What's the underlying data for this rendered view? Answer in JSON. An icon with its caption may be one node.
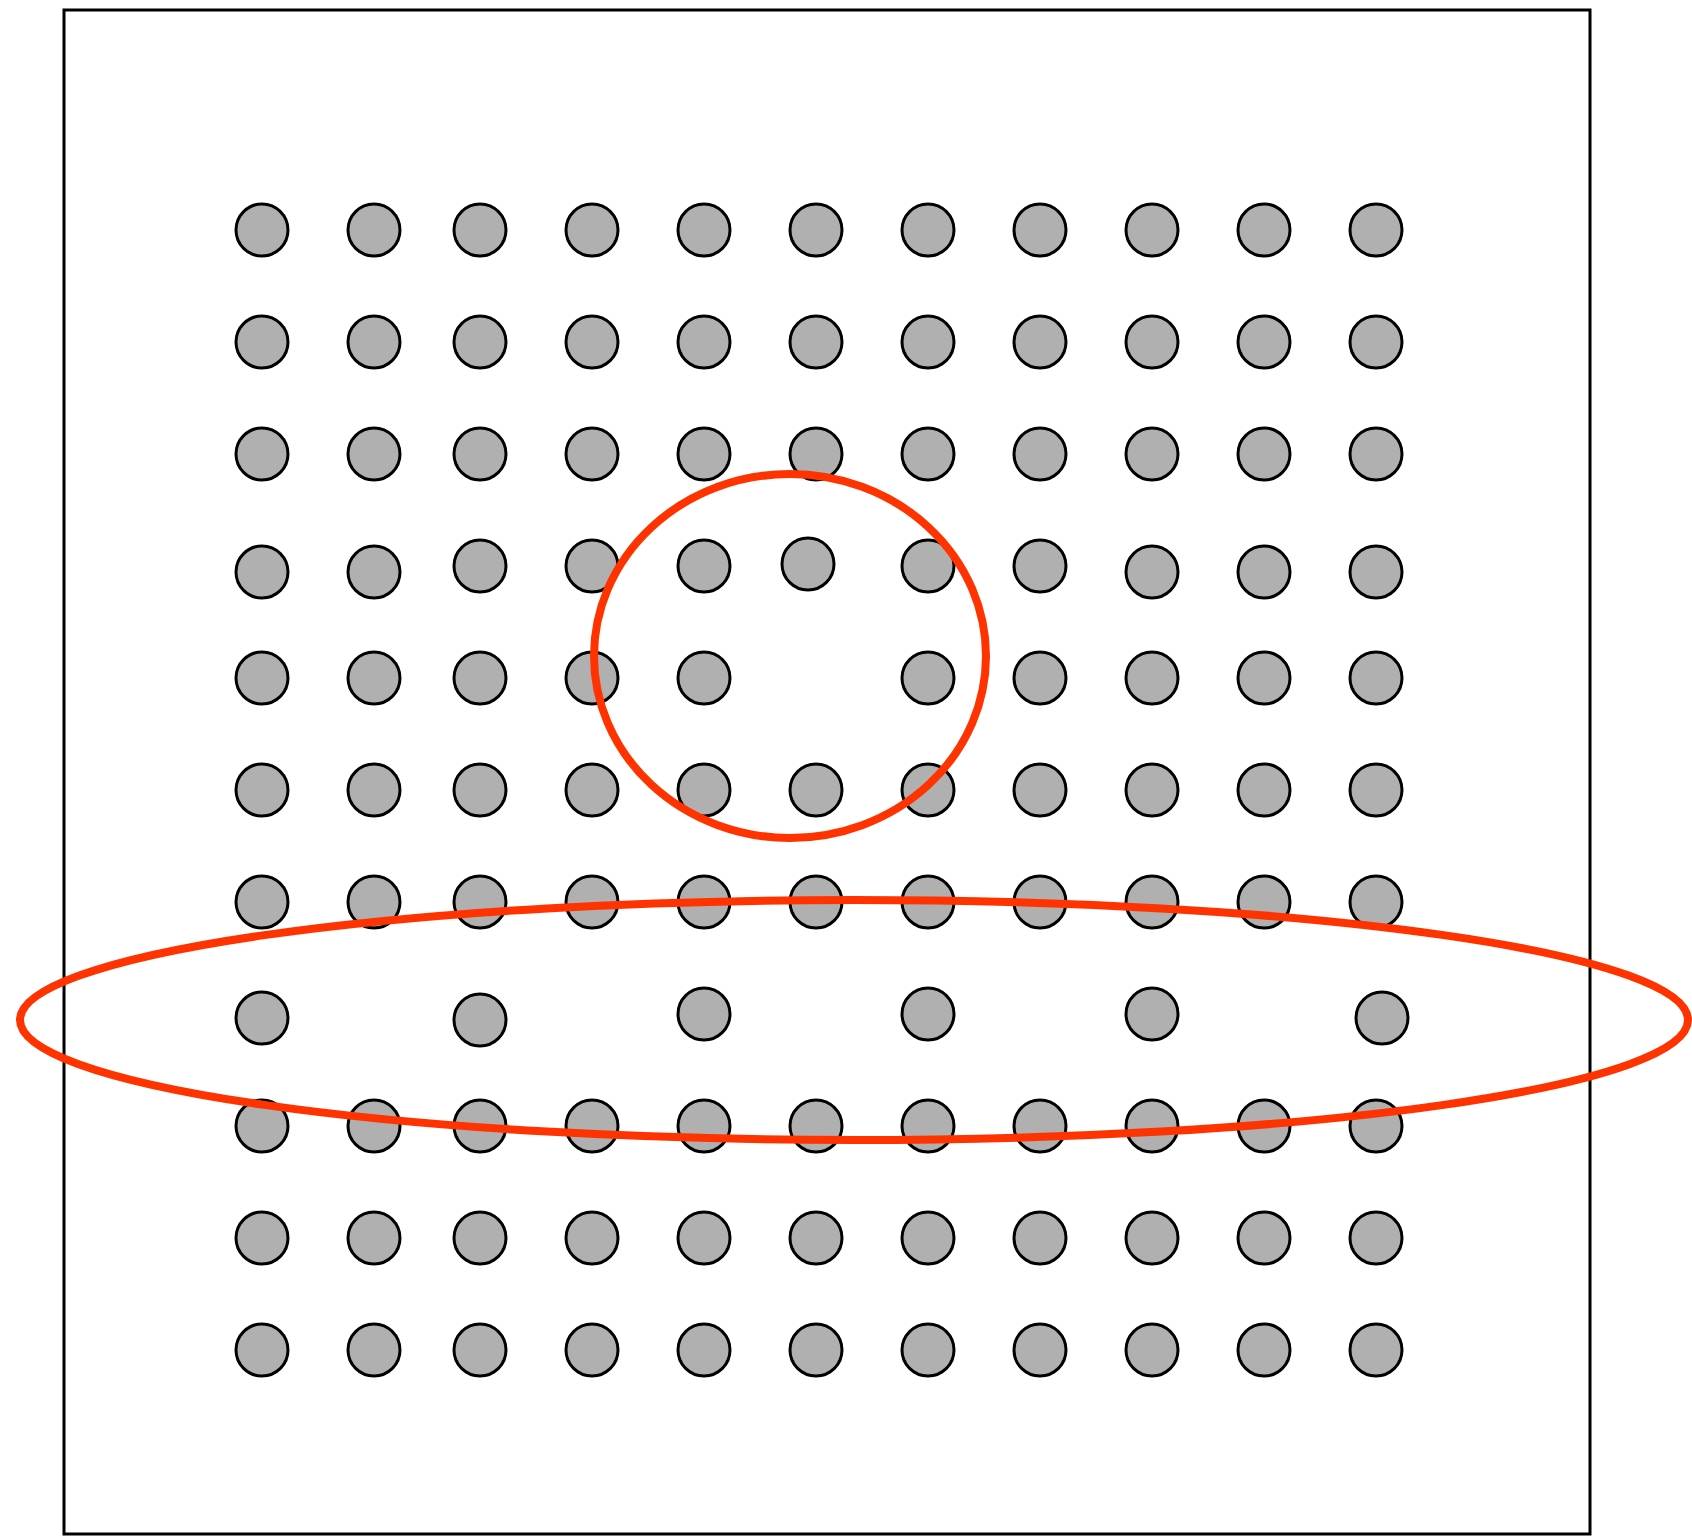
{
  "diagram": {
    "nodes": [
      {
        "text": [],
        "shape": "box"
      },
      {
        "text": [],
        "shape": "circle",
        "in": 0
      },
      {
        "text": [],
        "shape": "ellipse"
      }
    ]
  }
}
